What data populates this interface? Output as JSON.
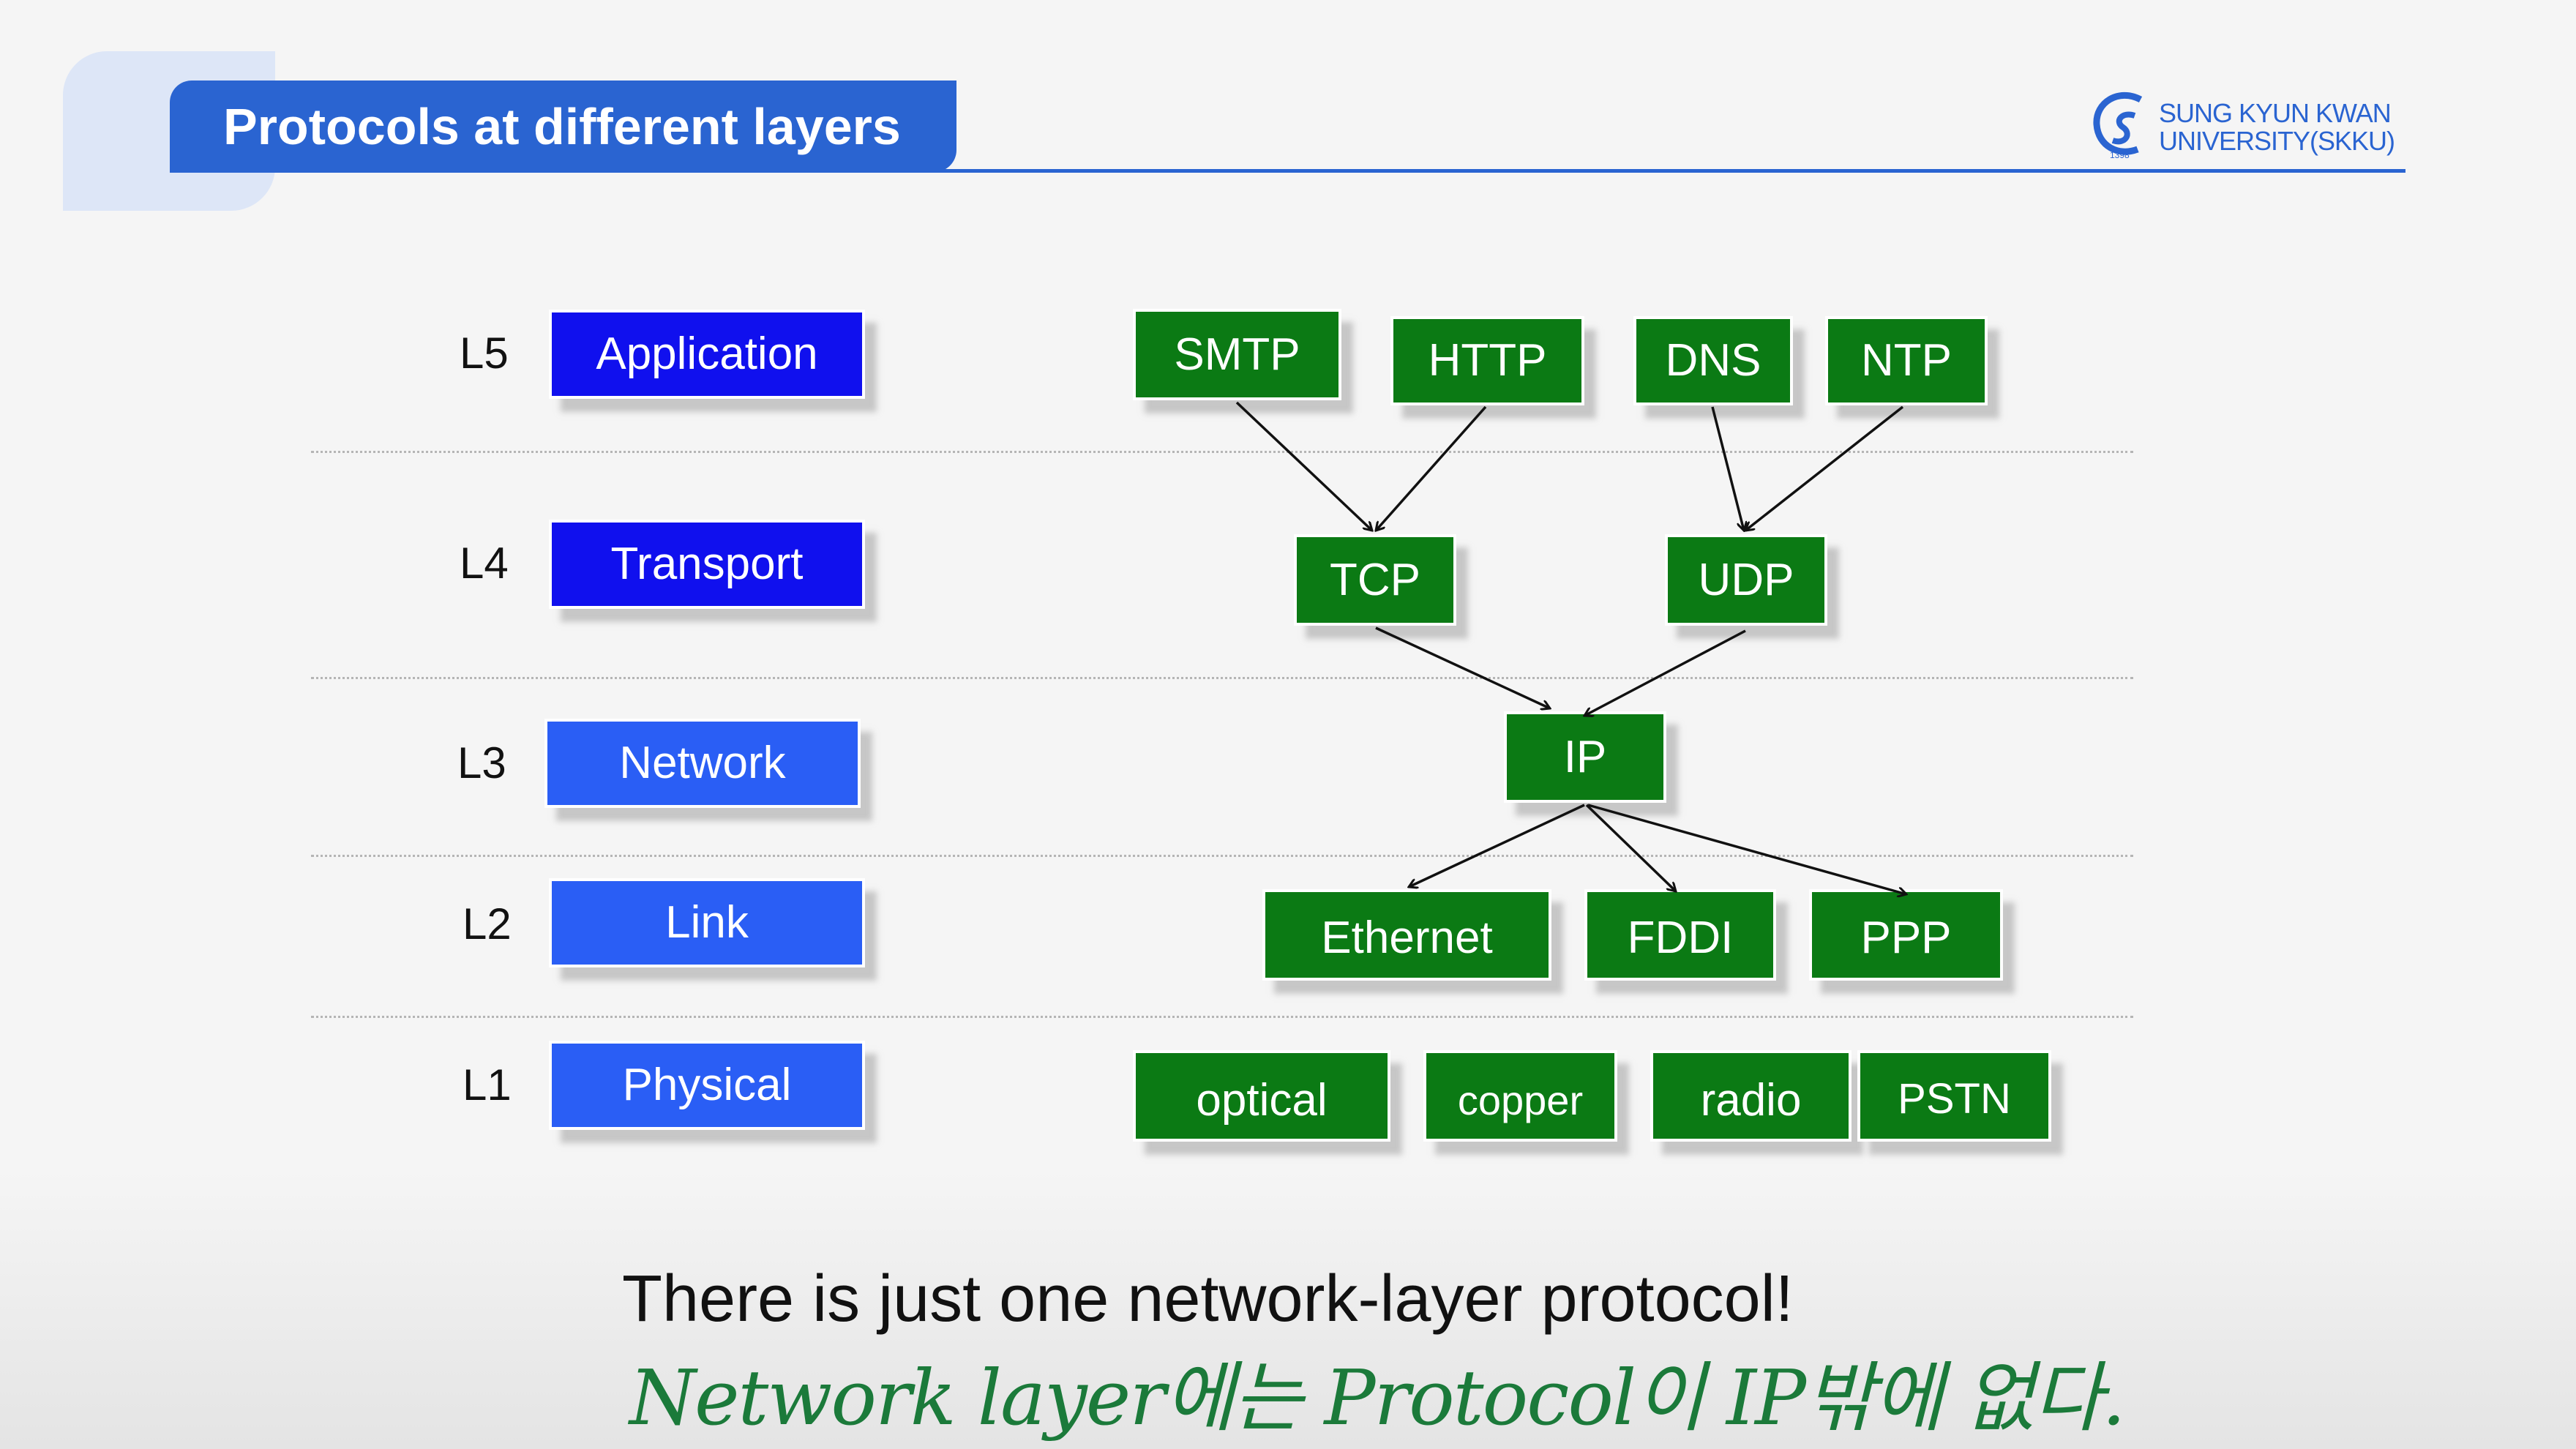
{
  "slide": {
    "title": "Protocols at different layers",
    "logo": {
      "line1": "SUNG KYUN KWAN",
      "line2": "UNIVERSITY(SKKU)",
      "year": "1398"
    },
    "layers": [
      {
        "level": "L5",
        "name": "Application",
        "color": "#1010ee"
      },
      {
        "level": "L4",
        "name": "Transport",
        "color": "#1010ee"
      },
      {
        "level": "L3",
        "name": "Network",
        "color": "#2a5ef5"
      },
      {
        "level": "L2",
        "name": "Link",
        "color": "#2a5ef5"
      },
      {
        "level": "L1",
        "name": "Physical",
        "color": "#2a5ef5"
      }
    ],
    "protocols": {
      "application": [
        "SMTP",
        "HTTP",
        "DNS",
        "NTP"
      ],
      "transport": [
        "TCP",
        "UDP"
      ],
      "network": [
        "IP"
      ],
      "link": [
        "Ethernet",
        "FDDI",
        "PPP"
      ],
      "physical": [
        "optical",
        "copper",
        "radio",
        "PSTN"
      ]
    },
    "protocol_color": "#0b7a14",
    "edges": [
      [
        "SMTP",
        "TCP"
      ],
      [
        "HTTP",
        "TCP"
      ],
      [
        "DNS",
        "UDP"
      ],
      [
        "NTP",
        "UDP"
      ],
      [
        "TCP",
        "IP"
      ],
      [
        "UDP",
        "IP"
      ],
      [
        "IP",
        "Ethernet"
      ],
      [
        "IP",
        "FDDI"
      ],
      [
        "IP",
        "PPP"
      ]
    ],
    "caption": "There is just one network-layer protocol!",
    "handwritten_note": "Network layer에는 Protocol이 IP밖에 없다."
  }
}
